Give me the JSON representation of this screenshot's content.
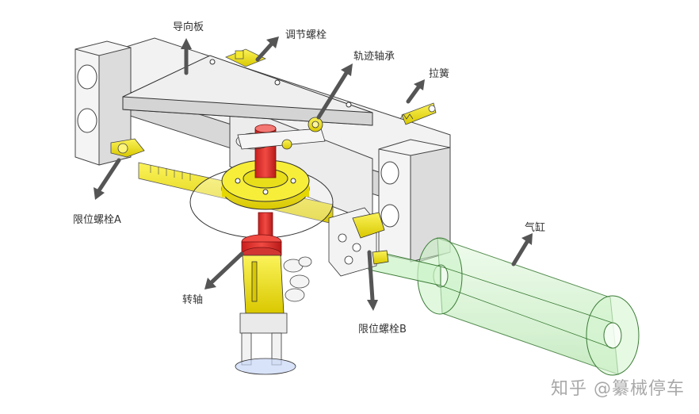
{
  "labels": {
    "guide_plate": "导向板",
    "adjust_bolt": "调节螺栓",
    "track_bearing": "轨迹轴承",
    "tension_spring": "拉簧",
    "limit_bolt_a": "限位螺栓A",
    "cylinder": "气缸",
    "shaft": "转轴",
    "limit_bolt_b": "限位螺栓B"
  },
  "watermark": "知乎 @纂械停车",
  "colors": {
    "part_yellow": "#f2e600",
    "part_red": "#e8322f",
    "frame_gray": "#e8e8e8",
    "cylinder_green": "#c9f2c4",
    "arrow_gray": "#555555"
  }
}
